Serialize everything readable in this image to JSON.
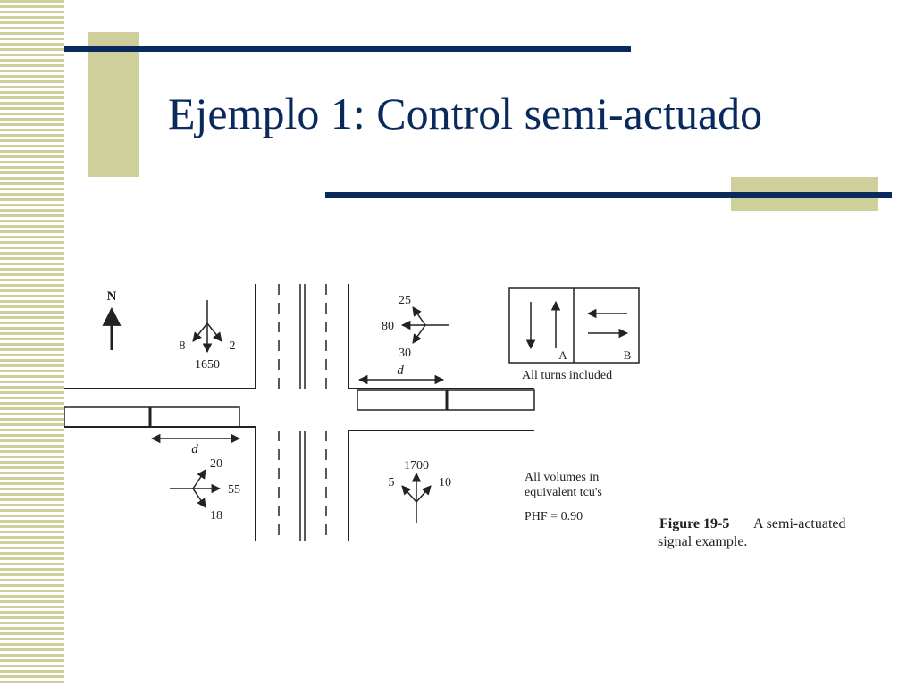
{
  "slide": {
    "title": "Ejemplo 1: Control semi-actuado",
    "colors": {
      "title": "#0a2a5c",
      "rules": "#0a2a5c",
      "accent": "#cfcf9c"
    }
  },
  "diagram": {
    "north_label": "N",
    "northwest_volumes": {
      "left": "8",
      "through": "1650",
      "right": "2"
    },
    "northeast_volumes": {
      "top": "25",
      "middle": "80",
      "bottom": "30"
    },
    "southwest_volumes": {
      "top": "20",
      "middle": "55",
      "bottom": "18"
    },
    "southeast_volumes": {
      "through": "1700",
      "left": "5",
      "right": "10"
    },
    "distance_label": "d",
    "phase_a_label": "A",
    "phase_b_label": "B",
    "phase_note": "All turns included",
    "volumes_note_line1": "All volumes in",
    "volumes_note_line2": "equivalent tcu's",
    "phf_note": "PHF = 0.90",
    "caption_number": "Figure 19-5",
    "caption_line1": "A semi-actuated",
    "caption_line2": "signal example."
  }
}
